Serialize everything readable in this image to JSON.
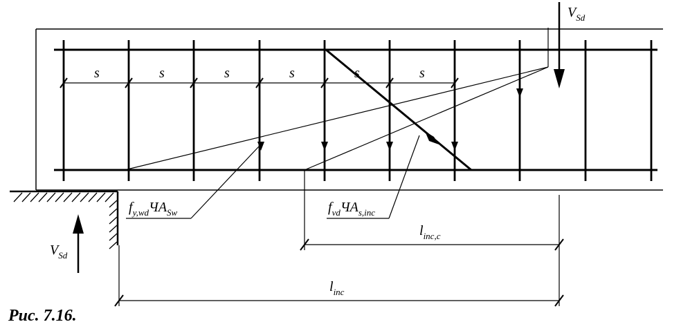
{
  "caption": "Рис. 7.16.",
  "labels": {
    "spacing": [
      "s",
      "s",
      "s",
      "s",
      "s",
      "s"
    ],
    "shear_top": {
      "main": "V",
      "sub": "Sd"
    },
    "shear_bottom": {
      "main": "V",
      "sub": "Sd"
    },
    "stirrup_force": {
      "main": "f",
      "sub1": "y,wd",
      "mid": "ЧA",
      "sub2": "Sw"
    },
    "inclined_force": {
      "main": "f",
      "sub1": "vd",
      "mid": "ЧA",
      "sub2": "s,inc"
    },
    "length_inc_c": {
      "main": "l",
      "sub": "inc,c"
    },
    "length_inc": {
      "main": "l",
      "sub": "inc"
    }
  }
}
